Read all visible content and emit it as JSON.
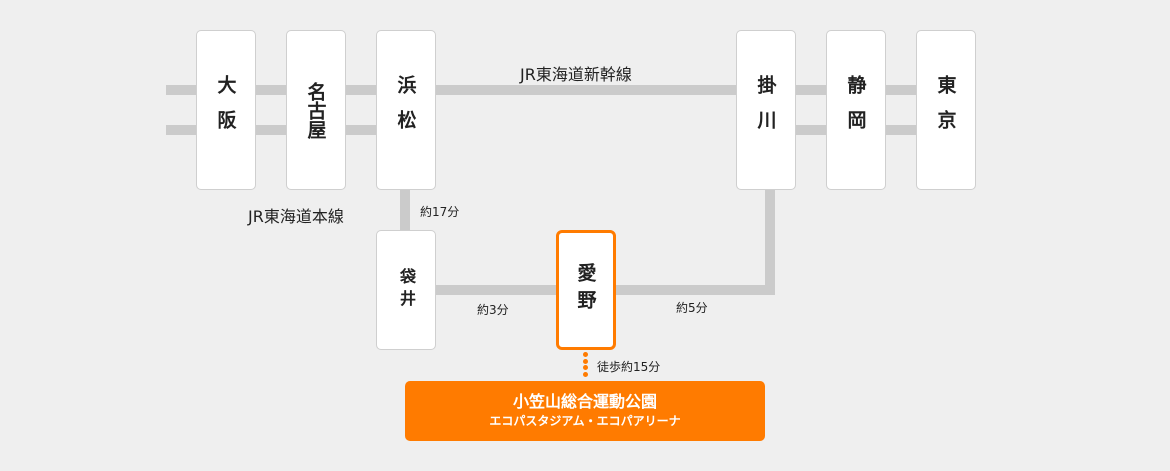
{
  "colors": {
    "background": "#efefef",
    "line": "#cbcbcb",
    "accent": "#ff7b00",
    "station_bg": "#ffffff"
  },
  "lines": {
    "shinkansen": "JR東海道新幹線",
    "honsen": "JR東海道本線"
  },
  "stations": {
    "osaka": "大阪",
    "nagoya": "名古屋",
    "hamamatsu": "浜松",
    "kakegawa": "掛川",
    "shizuoka": "静岡",
    "tokyo": "東京",
    "fukuroi": "袋井",
    "aino": "愛野"
  },
  "times": {
    "hamamatsu_fukuroi": "約17分",
    "fukuroi_aino": "約3分",
    "aino_kakegawa": "約5分",
    "walk": "徒歩約15分"
  },
  "destination": {
    "title": "小笠山総合運動公園",
    "subtitle": "エコパスタジアム・エコパアリーナ"
  }
}
